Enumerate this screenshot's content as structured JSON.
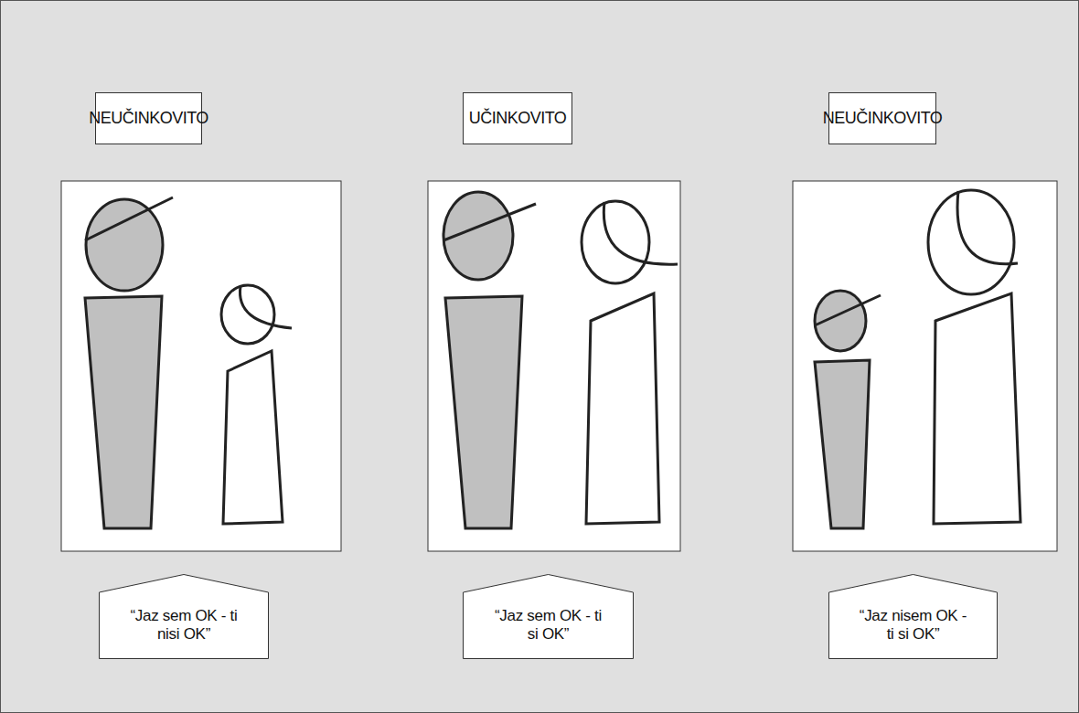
{
  "diagram": {
    "nodes": [
      {
        "text": [
          "NEUČINKOVITO"
        ]
      },
      {
        "text": [
          "UČINKOVITO"
        ]
      },
      {
        "text": [
          "NEUČINKOVITO"
        ]
      },
      {
        "text": [
          "“Jaz sem OK - ti nisi OK”"
        ]
      },
      {
        "text": [
          "“Jaz sem OK - ti si OK”"
        ]
      },
      {
        "text": [
          "“Jaz nisem OK - ti si OK”"
        ]
      }
    ]
  }
}
